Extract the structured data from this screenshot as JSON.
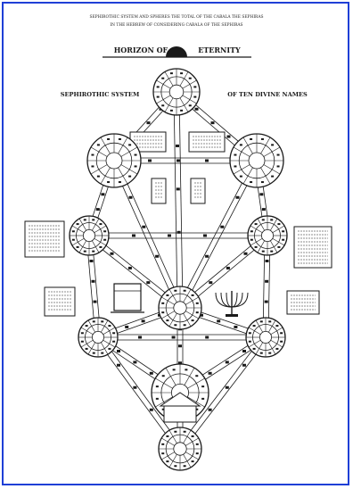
{
  "header": {
    "line1": "SEPHIROTHIC SYSTEM AND SPHERES THE TOTAL OF THE CABALA THE SEPHIRAS",
    "line2": "IN THE HEBREW OF CONSIDERING CABALA OF THE SEPHIRAS"
  },
  "horizon": {
    "left": "HORIZON OF",
    "right": "ETERNITY"
  },
  "system_title": {
    "left": "SEPHIROTHIC SYSTEM",
    "right": "OF TEN DIVINE NAMES"
  },
  "colors": {
    "frame": "#1f3fd6",
    "ink": "#1a1a1a",
    "paper": "#ffffff"
  }
}
